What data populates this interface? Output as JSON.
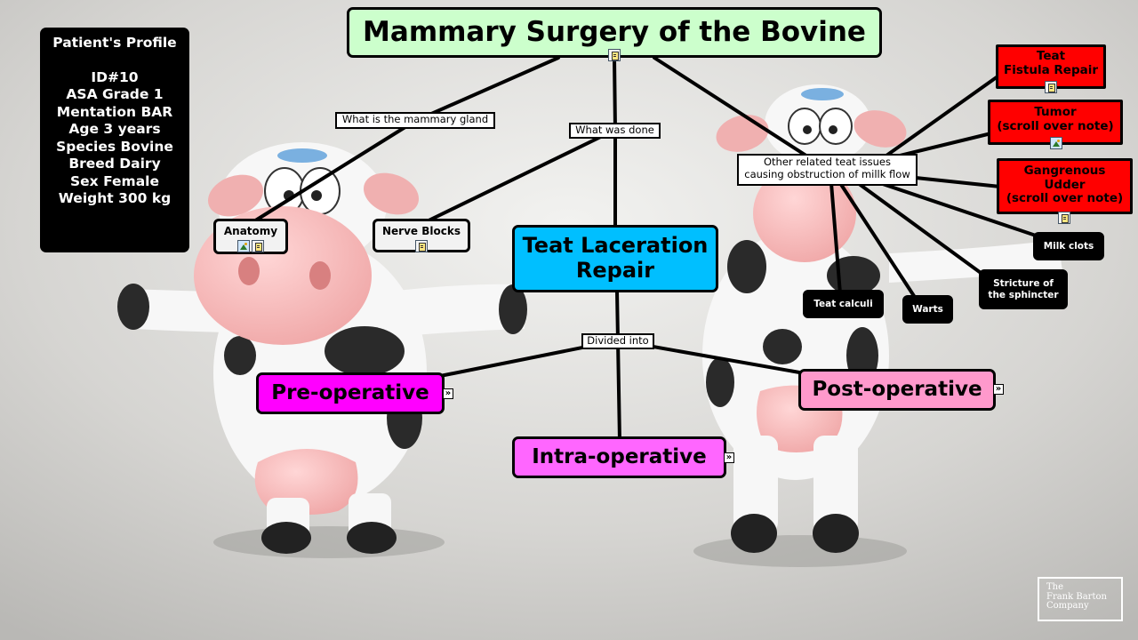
{
  "title": "Mammary Surgery of the Bovine",
  "profile": {
    "heading": "Patient's Profile",
    "lines": [
      "ID#10",
      "ASA Grade 1",
      "Mentation BAR",
      "Age 3 years",
      "Species Bovine",
      "Breed Dairy",
      "Sex Female",
      "Weight 300 kg"
    ]
  },
  "labels": {
    "what_is": "What is the mammary gland",
    "what_was_done": "What was done",
    "divided_into": "Divided into",
    "other_issues_1": "Other related teat issues",
    "other_issues_2": "causing obstruction of millk flow"
  },
  "nodes": {
    "anatomy": "Anatomy",
    "nerve_blocks": "Nerve Blocks",
    "central_1": "Teat Laceration",
    "central_2": "Repair",
    "pre_op": "Pre-operative",
    "intra_op": "Intra-operative",
    "post_op": "Post-operative",
    "teat_fistula_1": "Teat",
    "teat_fistula_2": "Fistula Repair",
    "tumor_1": "Tumor",
    "tumor_2": "(scroll over note)",
    "gangrenous_1": "Gangrenous",
    "gangrenous_2": "Udder",
    "gangrenous_3": "(scroll over note)",
    "milk_clots": "Milk clots",
    "stricture_1": "Stricture of",
    "stricture_2": "the sphincter",
    "teat_calculi": "Teat calculi",
    "warts": "Warts"
  },
  "icons": {
    "note": "note-icon",
    "image": "image-icon",
    "expand": "expand-icon",
    "expand_glyph": "»"
  },
  "logo": {
    "line1": "The",
    "line2": "Frank Barton",
    "line3": "Company"
  },
  "colors": {
    "title_bg": "#ccffcc",
    "central_bg": "#00bfff",
    "pre_op_bg": "#ff00ff",
    "intra_op_bg": "#ff66ff",
    "post_op_bg": "#ff99cc",
    "issue_red": "#ff0000",
    "small_node_bg": "#f2f2f2"
  }
}
